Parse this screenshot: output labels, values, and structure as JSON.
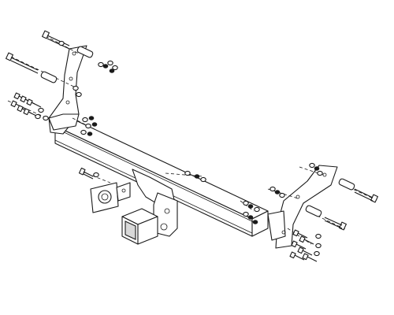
{
  "diagram": {
    "subject": "tow-hitch-exploded-assembly",
    "colors": {
      "line": "#1a1a1a",
      "fill": "#ffffff",
      "shade": "#d9d9d9"
    },
    "parts": [
      "crossbar",
      "left-bracket",
      "right-bracket",
      "receiver-hitch",
      "socket-plate",
      "bolts",
      "nuts",
      "washers",
      "spacer-tubes"
    ]
  }
}
